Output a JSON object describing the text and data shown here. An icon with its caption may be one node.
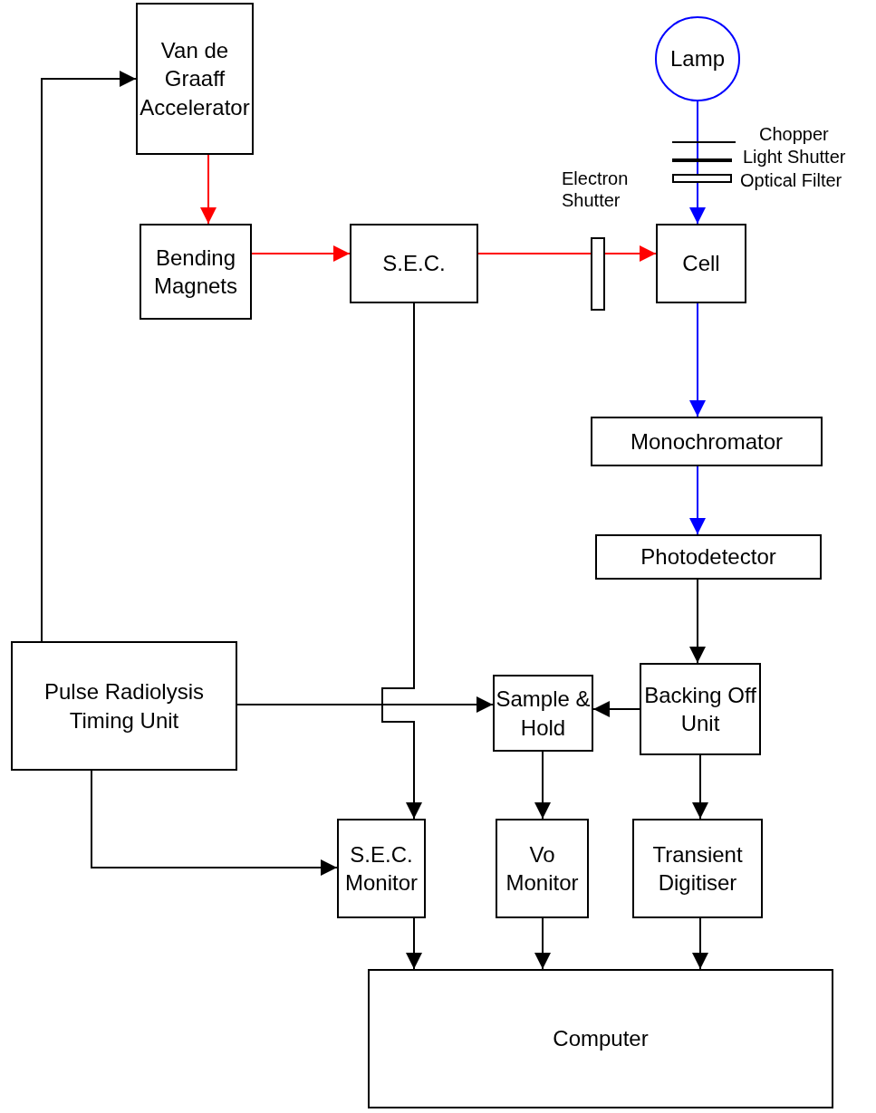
{
  "diagram": {
    "nodes": [
      {
        "text": [
          "Van de Graaff Accelerator"
        ]
      },
      {
        "text": [
          "Bending Magnets"
        ]
      },
      {
        "text": [
          "S.E.C."
        ]
      },
      {
        "text": [
          "Lamp"
        ]
      },
      {
        "text": [
          "Cell"
        ]
      },
      {
        "text": [
          "Monochromator"
        ]
      },
      {
        "text": [
          "Photodetector"
        ]
      },
      {
        "text": [
          "Pulse Radiolysis Timing Unit"
        ]
      },
      {
        "text": [
          "Sample & Hold"
        ]
      },
      {
        "text": [
          "Backing Off Unit"
        ]
      },
      {
        "text": [
          "S.E.C. Monitor"
        ]
      },
      {
        "text": [
          "Vo Monitor"
        ]
      },
      {
        "text": [
          "Transient Digitiser"
        ]
      },
      {
        "text": [
          "Computer"
        ]
      },
      {
        "text": [],
        "shape": "bar",
        "beside": [
          "Electron Shutter"
        ]
      },
      {
        "text": [],
        "shape": "bar",
        "beside": [
          "Chopper"
        ]
      },
      {
        "text": [],
        "shape": "bar",
        "beside": [
          "Light Shutter"
        ]
      },
      {
        "text": [],
        "shape": "bar",
        "beside": [
          "Optical Filter"
        ]
      }
    ],
    "edges": [
      {
        "from": 7,
        "to": 0,
        "arrow": "to"
      },
      {
        "from": 0,
        "to": 1,
        "arrow": "to",
        "color": "#ff0000"
      },
      {
        "from": 1,
        "to": 2,
        "arrow": "to",
        "color": "#ff0000"
      },
      {
        "from": 2,
        "to": 14,
        "arrow": "none",
        "color": "#ff0000"
      },
      {
        "from": 14,
        "to": 4,
        "arrow": "to",
        "color": "#ff0000"
      },
      {
        "from": 3,
        "to": 15,
        "arrow": "none",
        "color": "#0000ff"
      },
      {
        "from": 15,
        "to": 16,
        "arrow": "none",
        "color": "#0000ff"
      },
      {
        "from": 16,
        "to": 17,
        "arrow": "none",
        "color": "#0000ff"
      },
      {
        "from": 17,
        "to": 4,
        "arrow": "to",
        "color": "#0000ff"
      },
      {
        "from": 4,
        "to": 5,
        "arrow": "to",
        "color": "#0000ff"
      },
      {
        "from": 5,
        "to": 6,
        "arrow": "to",
        "color": "#0000ff"
      },
      {
        "from": 6,
        "to": 9,
        "arrow": "to"
      },
      {
        "from": 9,
        "to": 8,
        "arrow": "to"
      },
      {
        "from": 7,
        "to": 8,
        "arrow": "to"
      },
      {
        "from": 2,
        "to": 10,
        "arrow": "to"
      },
      {
        "from": 7,
        "to": 10,
        "arrow": "to"
      },
      {
        "from": 8,
        "to": 11,
        "arrow": "to"
      },
      {
        "from": 9,
        "to": 12,
        "arrow": "to"
      },
      {
        "from": 10,
        "to": 13,
        "arrow": "to"
      },
      {
        "from": 11,
        "to": 13,
        "arrow": "to"
      },
      {
        "from": 12,
        "to": 13,
        "arrow": "to"
      }
    ]
  }
}
